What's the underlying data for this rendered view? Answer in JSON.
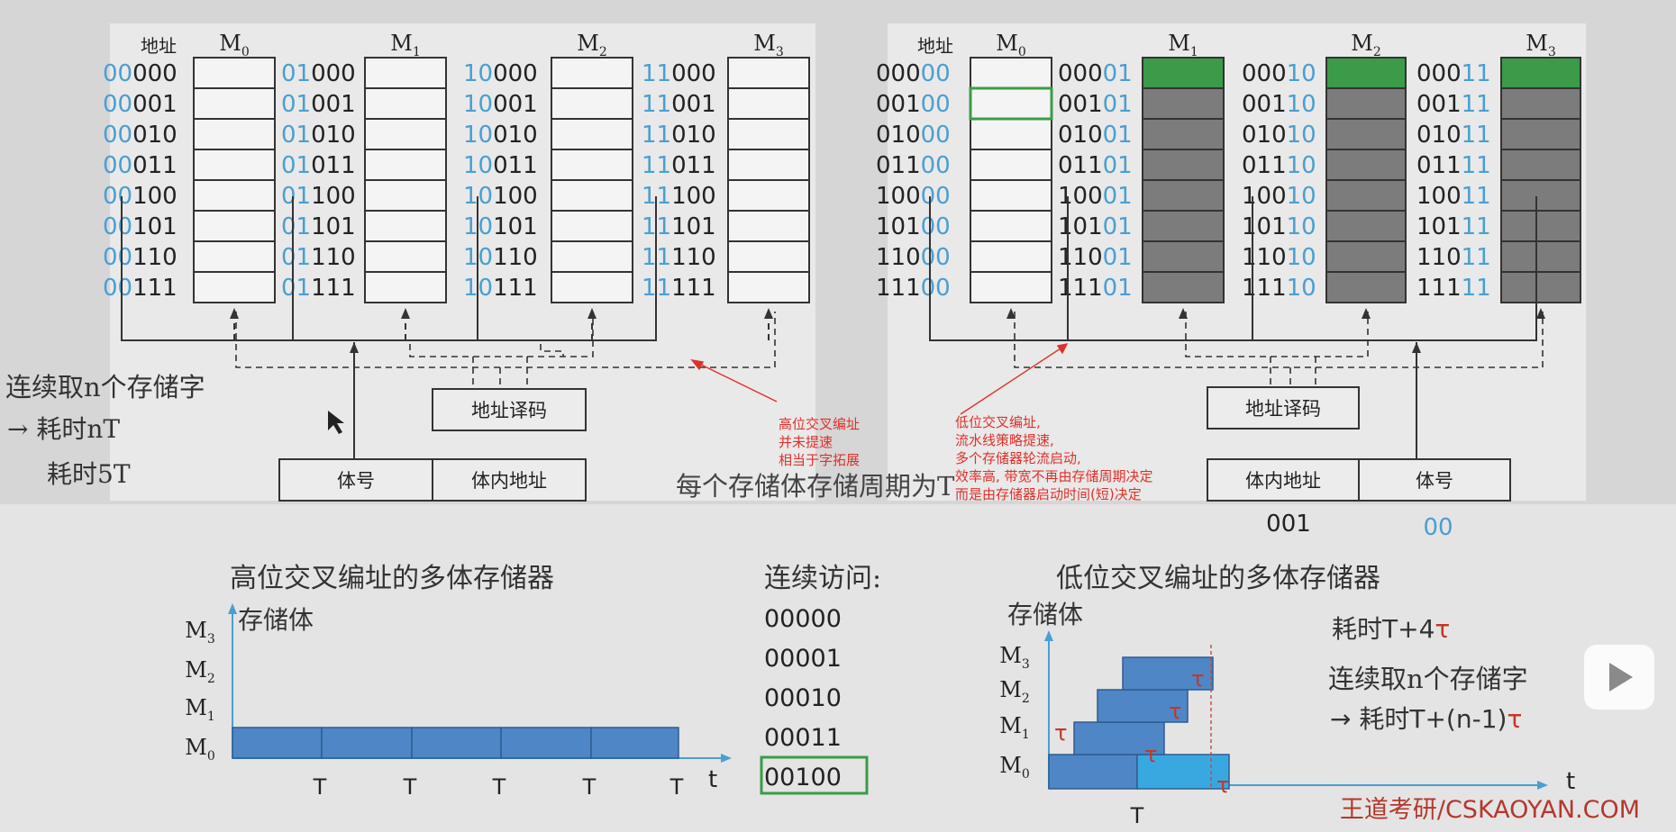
{
  "left_diagram": {
    "addr_header": "地址",
    "banks": [
      {
        "name": "M",
        "sub": "0",
        "prefix": "00"
      },
      {
        "name": "M",
        "sub": "1",
        "prefix": "01"
      },
      {
        "name": "M",
        "sub": "2",
        "prefix": "10"
      },
      {
        "name": "M",
        "sub": "3",
        "prefix": "11"
      }
    ],
    "suffixes": [
      "000",
      "001",
      "010",
      "011",
      "100",
      "101",
      "110",
      "111"
    ],
    "decoder_label": "地址译码",
    "field_bank": "体号",
    "field_inner": "体内地址"
  },
  "right_diagram": {
    "addr_header": "地址",
    "banks": [
      {
        "name": "M",
        "sub": "0",
        "suffix": "00"
      },
      {
        "name": "M",
        "sub": "1",
        "suffix": "01"
      },
      {
        "name": "M",
        "sub": "2",
        "suffix": "10"
      },
      {
        "name": "M",
        "sub": "3",
        "suffix": "11"
      }
    ],
    "prefixes": [
      "000",
      "001",
      "010",
      "011",
      "100",
      "101",
      "110",
      "111"
    ],
    "decoder_label": "地址译码",
    "field_inner": "体内地址",
    "field_bank": "体号",
    "value_inner": "001",
    "value_bank": "00"
  },
  "cycle_note": "每个存储体存储周期为T",
  "left_notes": [
    "连续取n个存储字",
    "→ 耗时nT",
    "耗时5T"
  ],
  "annotation_high": [
    "高位交叉编址",
    "并未提速",
    "相当于字拓展"
  ],
  "annotation_low": [
    "低位交叉编址,",
    "流水线策略提速,",
    "多个存储器轮流启动,",
    "效率高, 带宽不再由存储周期决定",
    "而是由存储器启动时间(短)决定"
  ],
  "bottom_left": {
    "title": "高位交叉编址的多体存储器",
    "y_label": "存储体",
    "rows": [
      {
        "name": "M",
        "sub": "3"
      },
      {
        "name": "M",
        "sub": "2"
      },
      {
        "name": "M",
        "sub": "1"
      },
      {
        "name": "M",
        "sub": "0"
      }
    ],
    "t_ticks": [
      "T",
      "T",
      "T",
      "T",
      "T"
    ],
    "t_axis": "t"
  },
  "sequence": {
    "title": "连续访问:",
    "items": [
      "00000",
      "00001",
      "00010",
      "00011",
      "00100"
    ]
  },
  "bottom_right": {
    "title": "低位交叉编址的多体存储器",
    "y_label": "存储体",
    "rows": [
      {
        "name": "M",
        "sub": "3"
      },
      {
        "name": "M",
        "sub": "2"
      },
      {
        "name": "M",
        "sub": "1"
      },
      {
        "name": "M",
        "sub": "0"
      }
    ],
    "tau": "τ",
    "t_tick": "T",
    "t_axis": "t",
    "cost_prefix": "耗时T+4",
    "cost_tau": "τ",
    "line2": "连续取n个存储字",
    "line3_prefix": "→ 耗时T+(n-1)",
    "line3_tau": "τ"
  },
  "watermark": "王道考研/CSKAOYAN.COM",
  "colors": {
    "blue_digits": "#4a9fd1",
    "green": "#3b9b48",
    "gray": "#7c7c7c",
    "bar": "#4f86c6",
    "bar_light": "#3aa8e0",
    "red": "#e0302a"
  }
}
